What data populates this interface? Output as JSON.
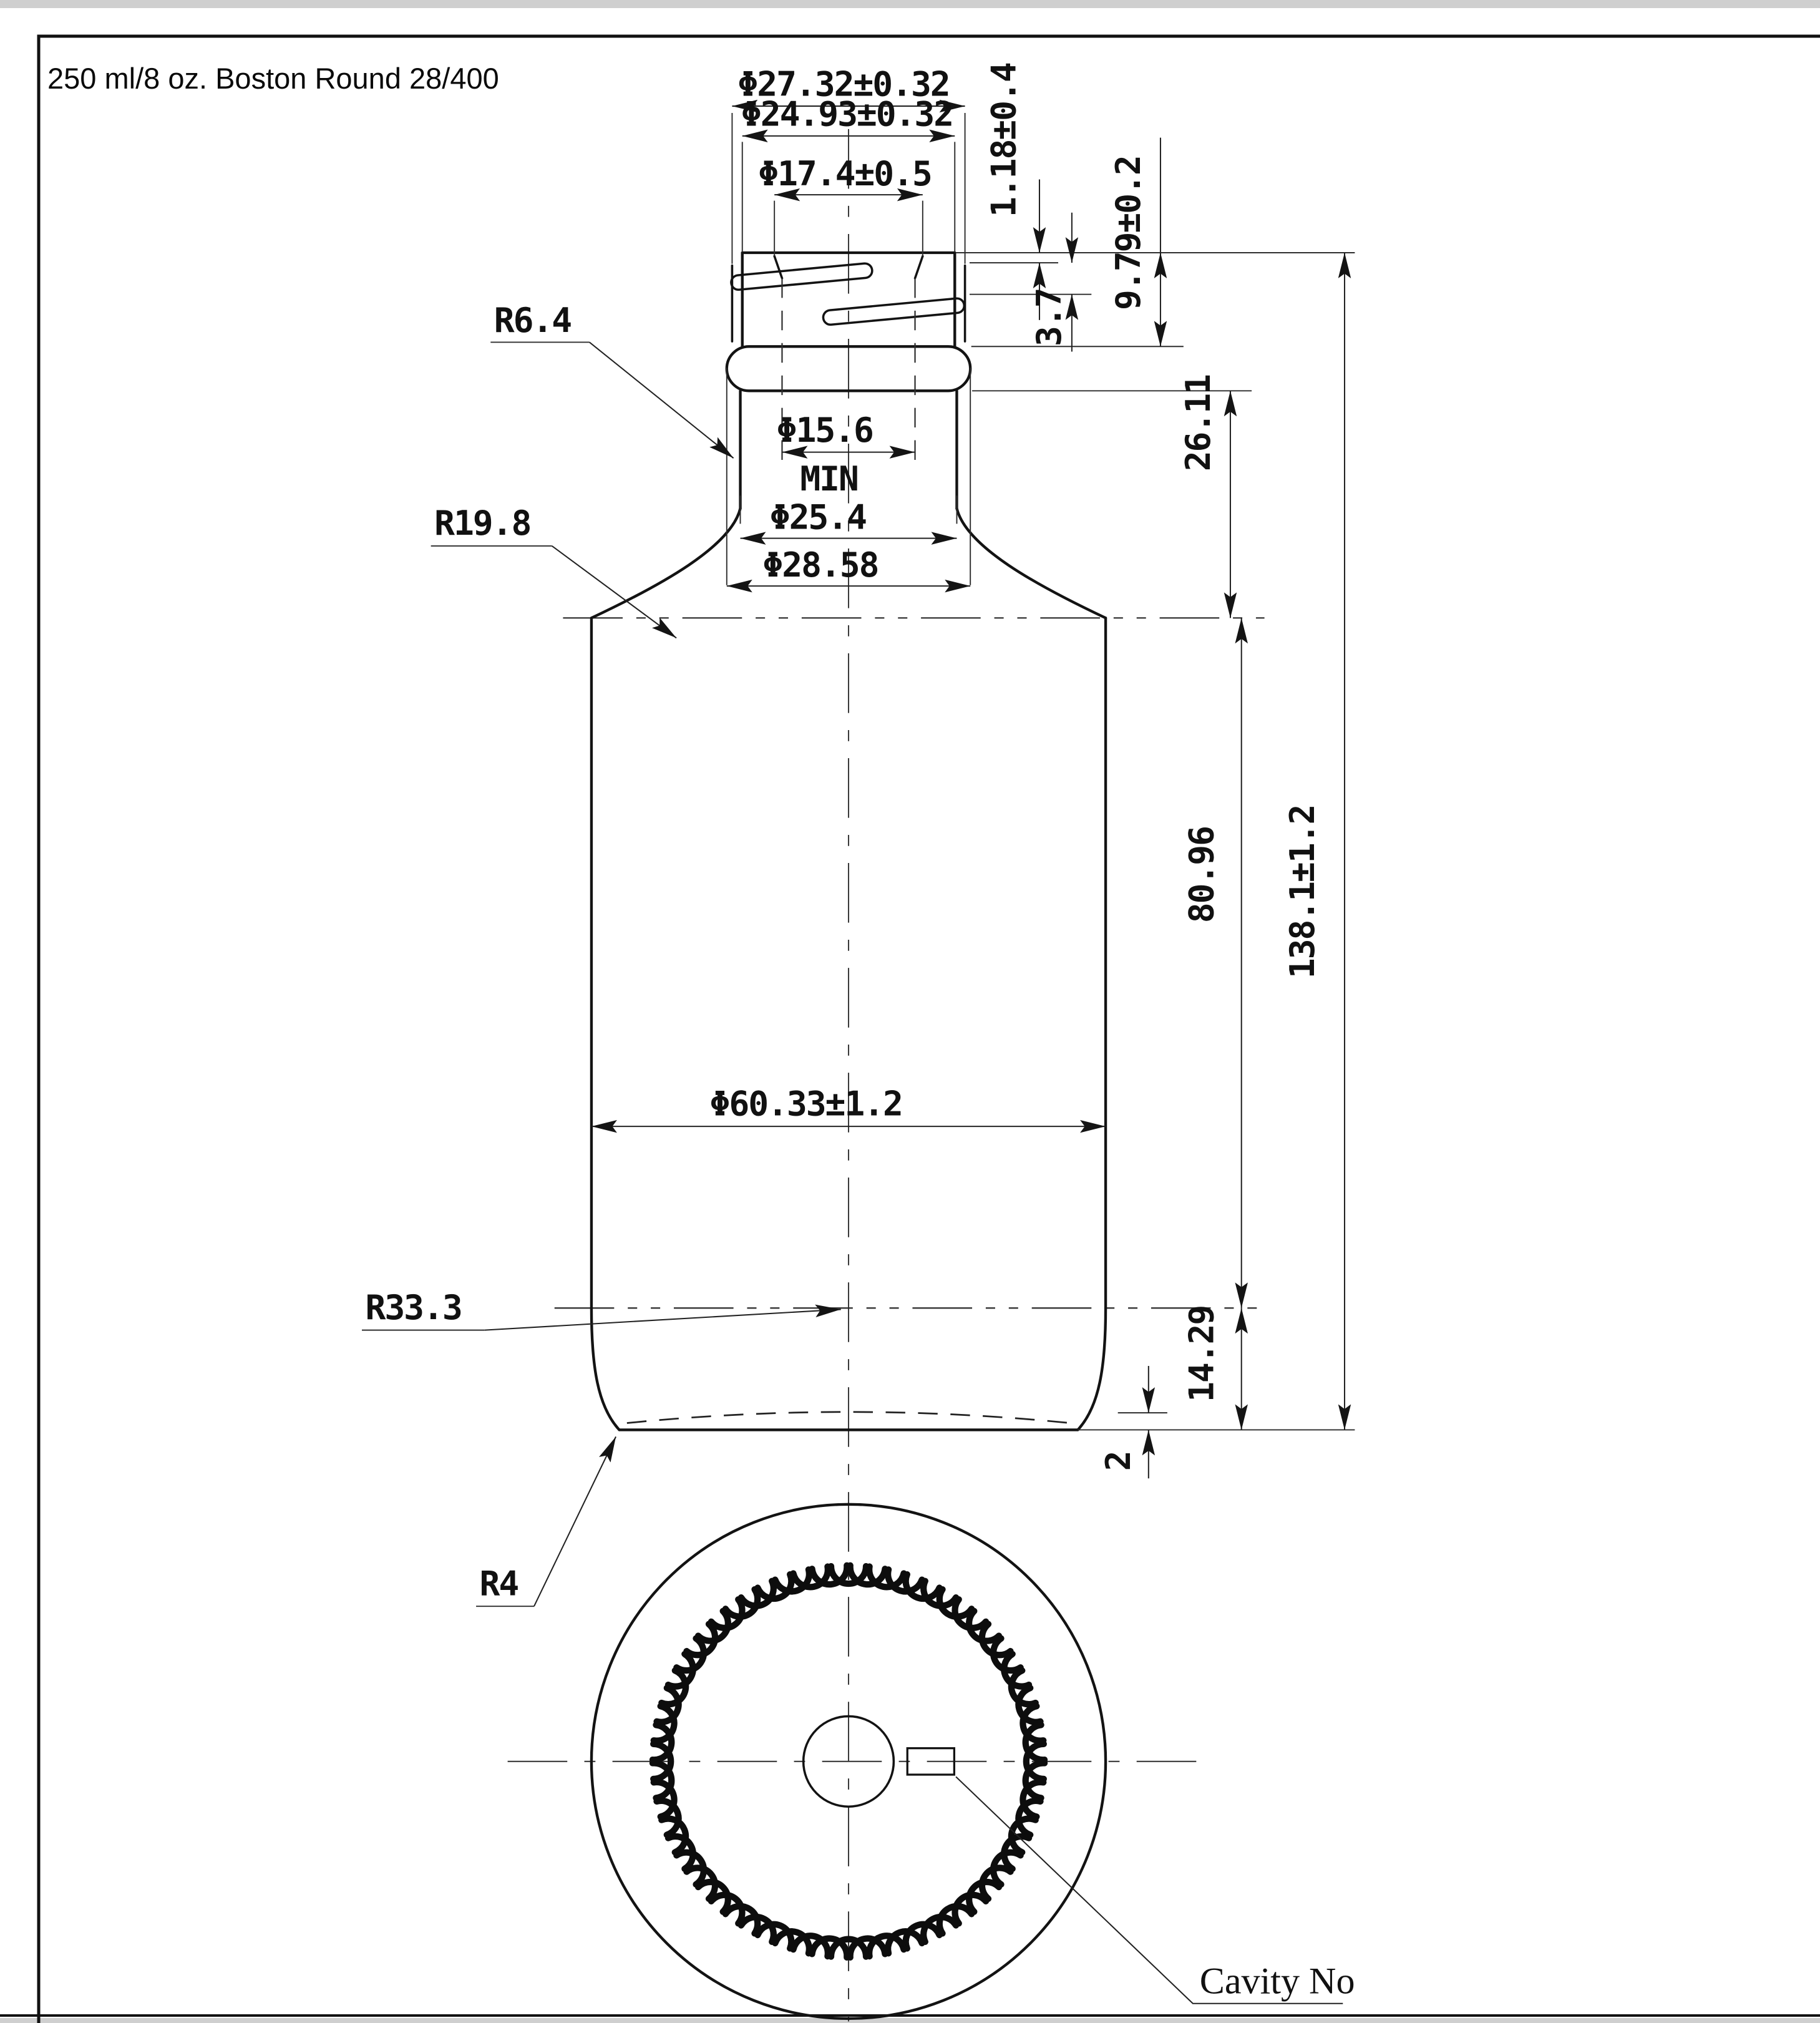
{
  "title": "250 ml/8 oz. Boston Round 28/400",
  "side_view": {
    "dims": {
      "thread_od": "Φ27.32±0.32",
      "thread_root": "Φ24.93±0.32",
      "bore": "Φ17.4±0.5",
      "lip_height": "1.18±0.4",
      "thread_lead": "3.7",
      "finish_height": "9.79±0.2",
      "neck_height": "26.11",
      "bore_min": "Φ15.6",
      "bore_min_note": "MIN",
      "neck_dia": "Φ25.4",
      "bead_dia": "Φ28.58",
      "body_dia": "Φ60.33±1.2",
      "body_height": "80.96",
      "overall_height": "138.1±1.2",
      "heel_height": "14.29",
      "push_up": "2"
    },
    "radii": {
      "neck": "R6.4",
      "shoulder": "R19.8",
      "heel": "R33.3",
      "base_corner": "R4"
    }
  },
  "bottom_view": {
    "cavity_label": "Cavity No"
  }
}
